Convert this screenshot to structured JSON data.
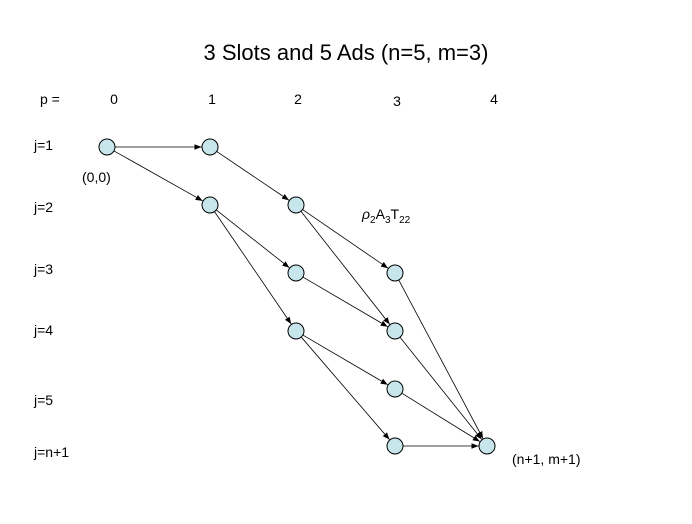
{
  "title": "3 Slots and 5 Ads (n=5, m=3)",
  "p_header": {
    "label": "p =",
    "values": [
      "0",
      "1",
      "2",
      "3",
      "4"
    ]
  },
  "row_labels": [
    "j=1",
    "j=2",
    "j=3",
    "j=4",
    "j=5",
    "j=n+1"
  ],
  "annotations": {
    "start_coord": "(0,0)",
    "end_coord": "(n+1, m+1)",
    "edge_label": {
      "rho": "ρ",
      "sub1": "2",
      "a": "A",
      "sub2": "3",
      "t": "T",
      "sub3": "22"
    }
  },
  "colors": {
    "node_fill": "#c7e6ec",
    "node_stroke": "#000000",
    "edge": "#000000"
  },
  "graph": {
    "nodes": [
      {
        "id": "0_1",
        "p": "0",
        "j": "j=1"
      },
      {
        "id": "1_1",
        "p": "1",
        "j": "j=1"
      },
      {
        "id": "1_2",
        "p": "1",
        "j": "j=2"
      },
      {
        "id": "2_2",
        "p": "2",
        "j": "j=2"
      },
      {
        "id": "2_3",
        "p": "2",
        "j": "j=3"
      },
      {
        "id": "2_4",
        "p": "2",
        "j": "j=4"
      },
      {
        "id": "3_3",
        "p": "3",
        "j": "j=3"
      },
      {
        "id": "3_4",
        "p": "3",
        "j": "j=4"
      },
      {
        "id": "3_5",
        "p": "3",
        "j": "j=5"
      },
      {
        "id": "3_6",
        "p": "3",
        "j": "j=n+1"
      },
      {
        "id": "4_6",
        "p": "4",
        "j": "j=n+1"
      }
    ],
    "edges": [
      [
        "0_1",
        "1_1"
      ],
      [
        "0_1",
        "1_2"
      ],
      [
        "1_1",
        "2_2"
      ],
      [
        "1_2",
        "2_3"
      ],
      [
        "1_2",
        "2_4"
      ],
      [
        "2_2",
        "3_3"
      ],
      [
        "2_2",
        "3_4"
      ],
      [
        "2_3",
        "3_4"
      ],
      [
        "2_4",
        "3_5"
      ],
      [
        "2_4",
        "3_6"
      ],
      [
        "3_3",
        "4_6"
      ],
      [
        "3_4",
        "4_6"
      ],
      [
        "3_5",
        "4_6"
      ],
      [
        "3_6",
        "4_6"
      ]
    ]
  }
}
